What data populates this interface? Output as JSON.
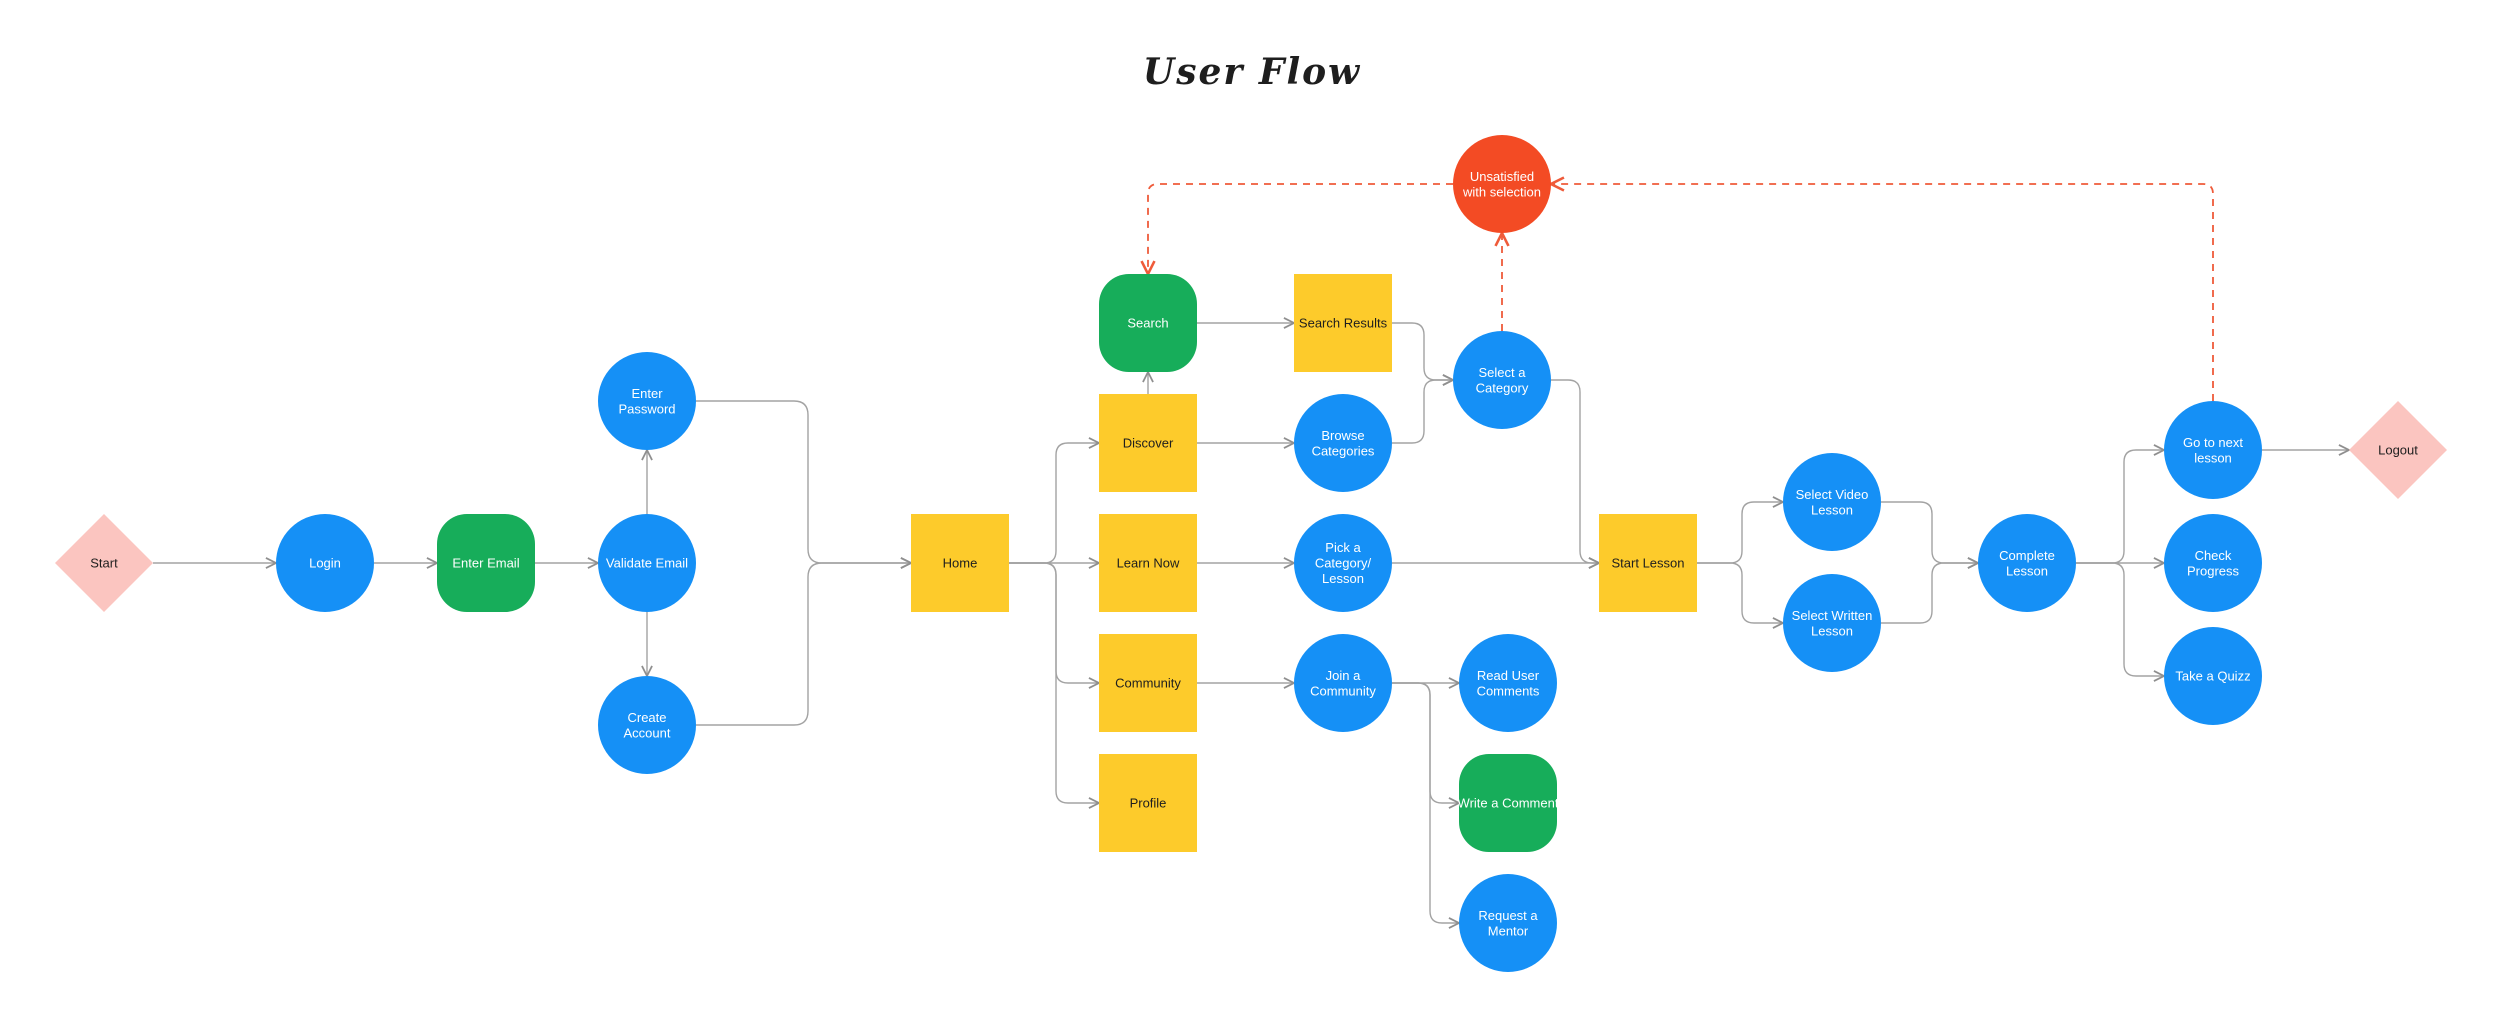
{
  "title": "User Flow",
  "colors": {
    "blue": "#1590f6",
    "green": "#17ad5a",
    "yellow": "#fdcb2b",
    "pink": "#fbc5c0",
    "red": "#f34b24",
    "line": "#a3a3a3",
    "dashed": "#ef5b3a"
  },
  "nodes": [
    {
      "id": "start",
      "shape": "diamond",
      "color": "pink",
      "lines": [
        "Start"
      ]
    },
    {
      "id": "login",
      "shape": "circle",
      "color": "blue",
      "lines": [
        "Login"
      ]
    },
    {
      "id": "enter-email",
      "shape": "rounded",
      "color": "green",
      "lines": [
        "Enter Email"
      ]
    },
    {
      "id": "validate-email",
      "shape": "circle",
      "color": "blue",
      "lines": [
        "Validate Email"
      ]
    },
    {
      "id": "enter-password",
      "shape": "circle",
      "color": "blue",
      "lines": [
        "Enter",
        "Password"
      ]
    },
    {
      "id": "create-account",
      "shape": "circle",
      "color": "blue",
      "lines": [
        "Create",
        "Account"
      ]
    },
    {
      "id": "home",
      "shape": "square",
      "color": "yellow",
      "lines": [
        "Home"
      ]
    },
    {
      "id": "search",
      "shape": "rounded",
      "color": "green",
      "lines": [
        "Search"
      ]
    },
    {
      "id": "discover",
      "shape": "square",
      "color": "yellow",
      "lines": [
        "Discover"
      ]
    },
    {
      "id": "learn-now",
      "shape": "square",
      "color": "yellow",
      "lines": [
        "Learn Now"
      ]
    },
    {
      "id": "community",
      "shape": "square",
      "color": "yellow",
      "lines": [
        "Community"
      ]
    },
    {
      "id": "profile",
      "shape": "square",
      "color": "yellow",
      "lines": [
        "Profile"
      ]
    },
    {
      "id": "search-results",
      "shape": "square",
      "color": "yellow",
      "lines": [
        "Search Results"
      ]
    },
    {
      "id": "browse-categories",
      "shape": "circle",
      "color": "blue",
      "lines": [
        "Browse",
        "Categories"
      ]
    },
    {
      "id": "pick-category-lesson",
      "shape": "circle",
      "color": "blue",
      "lines": [
        "Pick a",
        "Category/",
        "Lesson"
      ]
    },
    {
      "id": "join-community",
      "shape": "circle",
      "color": "blue",
      "lines": [
        "Join a",
        "Community"
      ]
    },
    {
      "id": "unsatisfied",
      "shape": "circle",
      "color": "red",
      "lines": [
        "Unsatisfied",
        "with selection"
      ]
    },
    {
      "id": "select-category",
      "shape": "circle",
      "color": "blue",
      "lines": [
        "Select a",
        "Category"
      ]
    },
    {
      "id": "read-comments",
      "shape": "circle",
      "color": "blue",
      "lines": [
        "Read User",
        "Comments"
      ]
    },
    {
      "id": "write-comment",
      "shape": "rounded",
      "color": "green",
      "lines": [
        "Write a Comment"
      ]
    },
    {
      "id": "request-mentor",
      "shape": "circle",
      "color": "blue",
      "lines": [
        "Request a",
        "Mentor"
      ]
    },
    {
      "id": "start-lesson",
      "shape": "square",
      "color": "yellow",
      "lines": [
        "Start Lesson"
      ]
    },
    {
      "id": "select-video",
      "shape": "circle",
      "color": "blue",
      "lines": [
        "Select Video",
        "Lesson"
      ]
    },
    {
      "id": "select-written",
      "shape": "circle",
      "color": "blue",
      "lines": [
        "Select Written",
        "Lesson"
      ]
    },
    {
      "id": "complete-lesson",
      "shape": "circle",
      "color": "blue",
      "lines": [
        "Complete",
        "Lesson"
      ]
    },
    {
      "id": "next-lesson",
      "shape": "circle",
      "color": "blue",
      "lines": [
        "Go to next",
        "lesson"
      ]
    },
    {
      "id": "check-progress",
      "shape": "circle",
      "color": "blue",
      "lines": [
        "Check",
        "Progress"
      ]
    },
    {
      "id": "take-quiz",
      "shape": "circle",
      "color": "blue",
      "lines": [
        "Take a Quizz"
      ]
    },
    {
      "id": "logout",
      "shape": "diamond",
      "color": "pink",
      "lines": [
        "Logout"
      ]
    }
  ],
  "edges": [
    {
      "from": "start",
      "to": "login"
    },
    {
      "from": "login",
      "to": "enter-email"
    },
    {
      "from": "enter-email",
      "to": "validate-email"
    },
    {
      "from": "validate-email",
      "to": "enter-password"
    },
    {
      "from": "validate-email",
      "to": "create-account"
    },
    {
      "from": "enter-password",
      "to": "home"
    },
    {
      "from": "create-account",
      "to": "home"
    },
    {
      "from": "home",
      "to": "discover"
    },
    {
      "from": "home",
      "to": "learn-now"
    },
    {
      "from": "home",
      "to": "community"
    },
    {
      "from": "home",
      "to": "profile"
    },
    {
      "from": "discover",
      "to": "search"
    },
    {
      "from": "search",
      "to": "search-results"
    },
    {
      "from": "discover",
      "to": "browse-categories"
    },
    {
      "from": "learn-now",
      "to": "pick-category-lesson"
    },
    {
      "from": "community",
      "to": "join-community"
    },
    {
      "from": "search-results",
      "to": "select-category"
    },
    {
      "from": "browse-categories",
      "to": "select-category"
    },
    {
      "from": "select-category",
      "to": "start-lesson"
    },
    {
      "from": "pick-category-lesson",
      "to": "start-lesson"
    },
    {
      "from": "join-community",
      "to": "read-comments"
    },
    {
      "from": "join-community",
      "to": "write-comment"
    },
    {
      "from": "join-community",
      "to": "request-mentor"
    },
    {
      "from": "start-lesson",
      "to": "select-video"
    },
    {
      "from": "start-lesson",
      "to": "select-written"
    },
    {
      "from": "select-video",
      "to": "complete-lesson"
    },
    {
      "from": "select-written",
      "to": "complete-lesson"
    },
    {
      "from": "complete-lesson",
      "to": "next-lesson"
    },
    {
      "from": "complete-lesson",
      "to": "check-progress"
    },
    {
      "from": "complete-lesson",
      "to": "take-quiz"
    },
    {
      "from": "next-lesson",
      "to": "logout"
    },
    {
      "from": "select-category",
      "to": "unsatisfied",
      "style": "dashed"
    },
    {
      "from": "next-lesson",
      "to": "unsatisfied",
      "style": "dashed"
    },
    {
      "from": "unsatisfied",
      "to": "search",
      "style": "dashed"
    }
  ]
}
